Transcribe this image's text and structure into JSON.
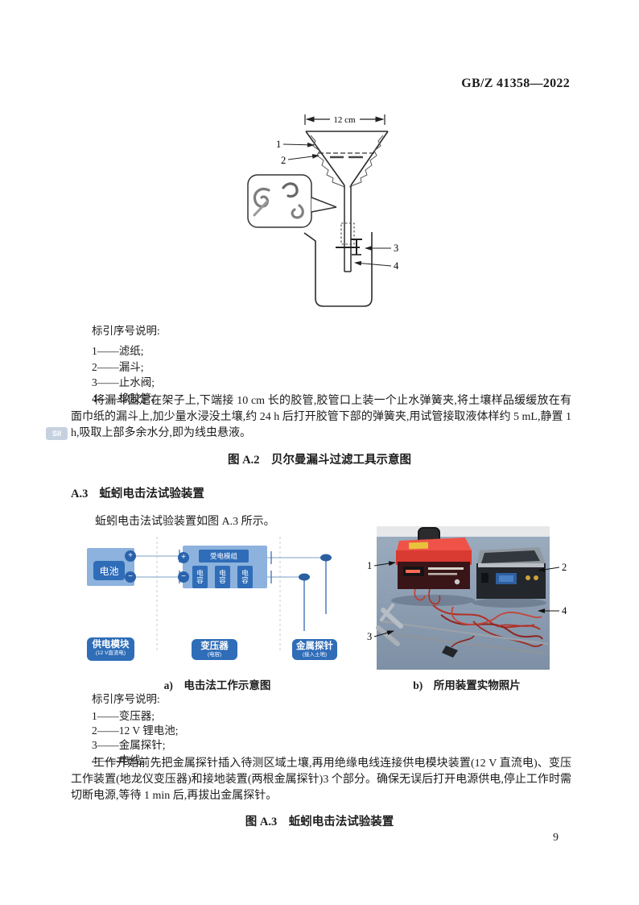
{
  "header": {
    "standard_code": "GB/Z 41358—2022"
  },
  "watermark": {
    "text": "SII"
  },
  "figure_a2": {
    "dimension": "12 cm",
    "ref_labels": [
      "1",
      "2",
      "3",
      "4"
    ],
    "legend_title": "标引序号说明:",
    "legend_items": [
      "1——滤纸;",
      "2——漏斗;",
      "3——止水阀;",
      "4——橡胶管。"
    ],
    "paragraph": "将漏斗固定在架子上,下端接 10 cm 长的胶管,胶管口上装一个止水弹簧夹,将土壤样品缓缓放在有面巾纸的漏斗上,加少量水浸没土壤,约 24 h 后打开胶管下部的弹簧夹,用试管接取液体样约 5 mL,静置 1 h,吸取上部多余水分,即为线虫悬液。",
    "caption": "图 A.2　贝尔曼漏斗过滤工具示意图"
  },
  "section_a3": {
    "number": "A.3",
    "title": "蚯蚓电击法试验装置",
    "intro": "蚯蚓电击法试验装置如图 A.3 所示。",
    "diagram": {
      "battery": "电池",
      "plus": "+",
      "minus": "−",
      "receiver": "受电模组",
      "capacitor": "电容",
      "modules": [
        {
          "title": "供电模块",
          "sub": "(12 V直流电)"
        },
        {
          "title": "变压器",
          "sub": "(电容)"
        },
        {
          "title": "金属探针",
          "sub": "(接入土地)"
        }
      ],
      "caption": "a)　电击法工作示意图"
    },
    "photo": {
      "ref_labels": [
        "1",
        "2",
        "3",
        "4"
      ],
      "caption": "b)　所用装置实物照片"
    },
    "legend_title": "标引序号说明:",
    "legend_items": [
      "1——变压器;",
      "2——12 V 锂电池;",
      "3——金属探针;",
      "4——电线。"
    ],
    "paragraph": "工作开始前先把金属探针插入待测区域土壤,再用绝缘电线连接供电模块装置(12 V 直流电)、变压工作装置(地龙仪变压器)和接地装置(两根金属探针)3 个部分。确保无误后打开电源供电,停止工作时需切断电源,等待 1 min 后,再拔出金属探针。",
    "caption": "图 A.3　蚯蚓电击法试验装置"
  },
  "footer": {
    "page_number": "9"
  }
}
